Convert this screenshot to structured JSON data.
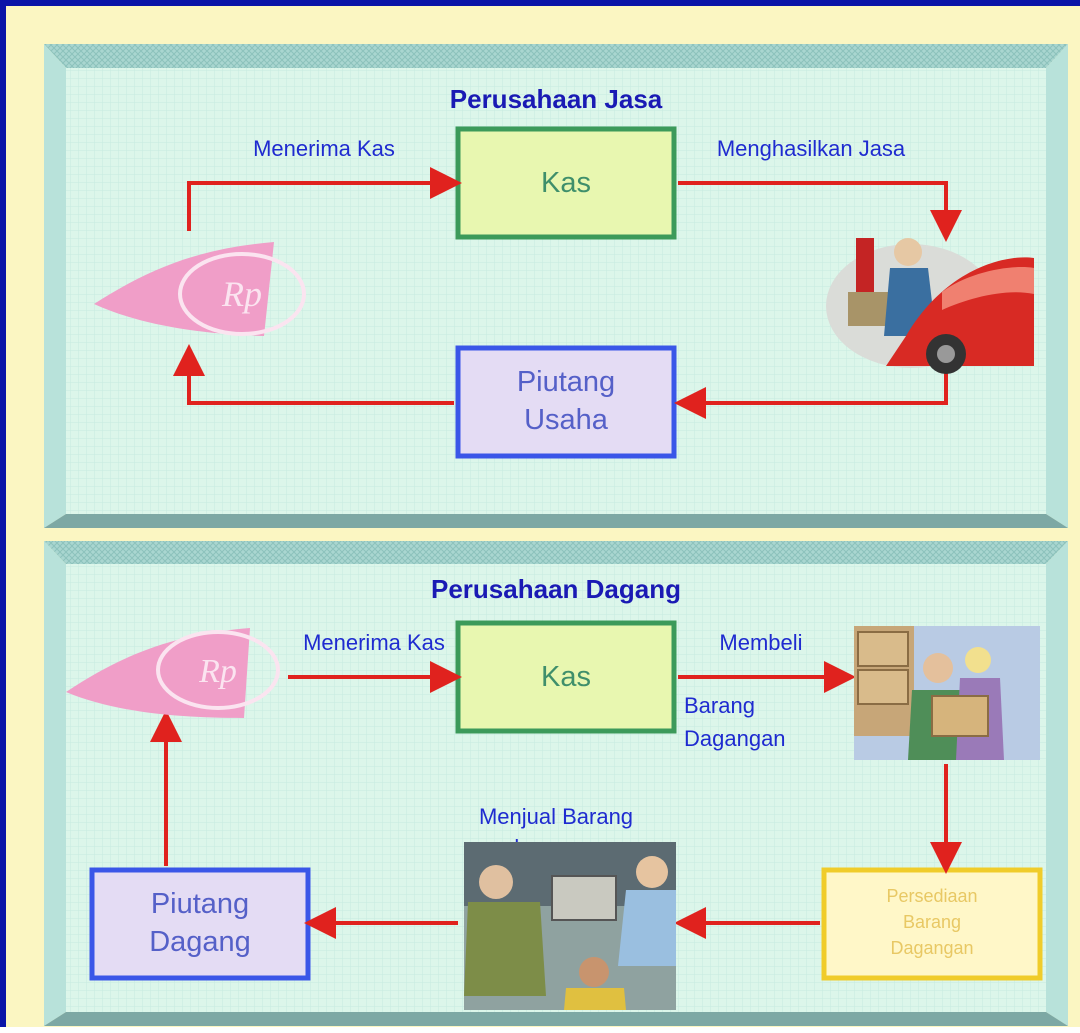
{
  "top": {
    "title": "Perusahaan Jasa",
    "label_receive": "Menerima Kas",
    "label_produce": "Menghasilkan Jasa",
    "box_cash": "Kas",
    "box_receivable_1": "Piutang",
    "box_receivable_2": "Usaha"
  },
  "bottom": {
    "title": "Perusahaan Dagang",
    "label_receive": "Menerima Kas",
    "label_buy_1": "Membeli",
    "label_buy_2": "Barang",
    "label_buy_3": "Dagangan",
    "label_sell_1": "Menjual Barang",
    "label_sell_2": "dagangan",
    "box_cash": "Kas",
    "box_receivable_1": "Piutang",
    "box_receivable_2": "Dagang",
    "box_inventory_1": "Persediaan",
    "box_inventory_2": "Barang",
    "box_inventory_3": "Dagangan"
  },
  "logo_text": "Rp",
  "colors": {
    "frame": "#0a14a8",
    "panel": "#dcf6ea",
    "arrow": "#e0221e",
    "cash_box": "#e8f7b0",
    "receivable_box": "#e4dcf4",
    "inventory_box": "#fff7c8"
  }
}
